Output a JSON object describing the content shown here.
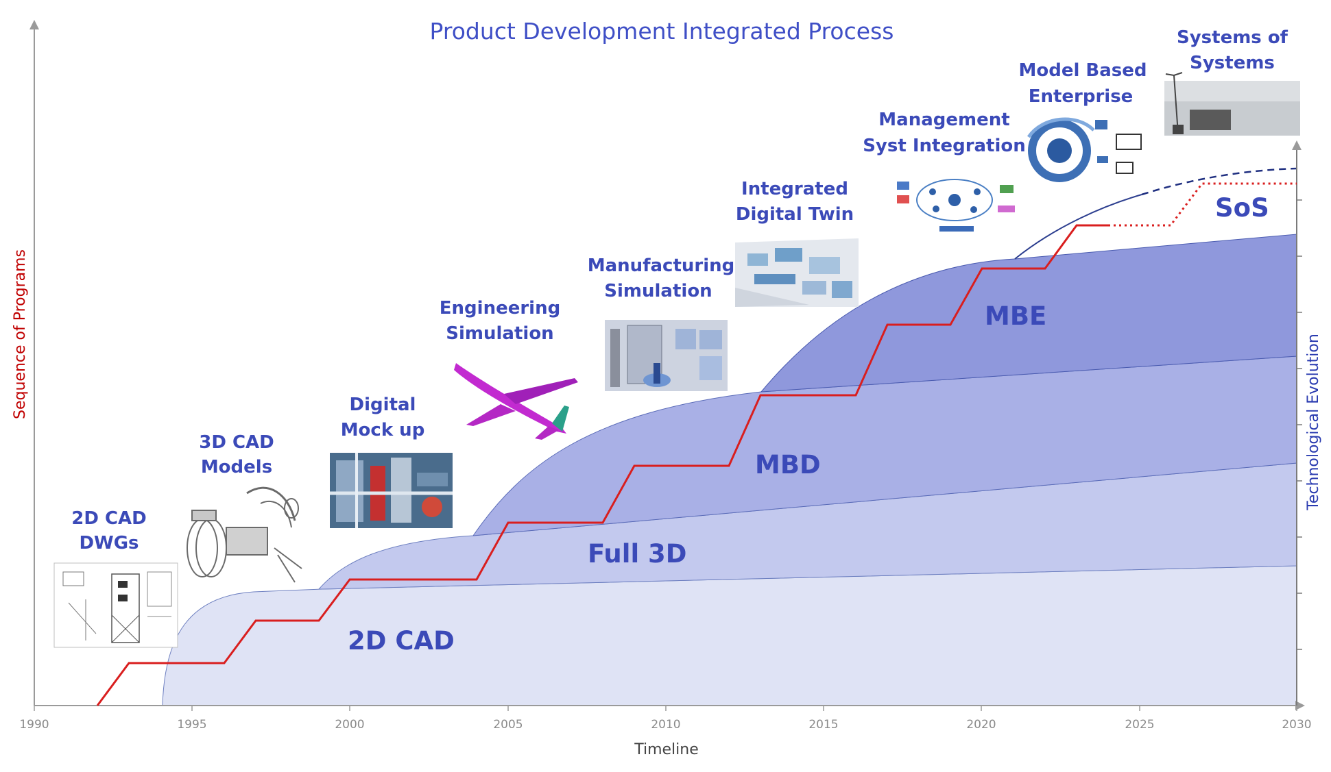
{
  "title": "Product Development Integrated Process",
  "axes": {
    "x_label": "Timeline",
    "y_left_label": "Sequence of Programs",
    "y_right_label": "Technological Evolution",
    "x_ticks": [
      "1990",
      "1995",
      "2000",
      "2005",
      "2010",
      "2015",
      "2020",
      "2025",
      "2030"
    ]
  },
  "bands": [
    {
      "label": "2D CAD",
      "color": "#dfe3f5"
    },
    {
      "label": "Full 3D",
      "color": "#c3c9ee"
    },
    {
      "label": "MBD",
      "color": "#a9b0e6"
    },
    {
      "label": "MBE",
      "color": "#8f98dc"
    },
    {
      "label": "SoS",
      "color": "#ffffff"
    }
  ],
  "milestones": [
    {
      "line1": "2D CAD",
      "line2": "DWGs",
      "icon": "drawing-icon"
    },
    {
      "line1": "3D CAD",
      "line2": "Models",
      "icon": "exploded-model-icon"
    },
    {
      "line1": "Digital",
      "line2": "Mock up",
      "icon": "piping-mockup-icon"
    },
    {
      "line1": "Engineering",
      "line2": "Simulation",
      "icon": "airplane-icon"
    },
    {
      "line1": "Manufacturing",
      "line2": "Simulation",
      "icon": "factory-cell-icon"
    },
    {
      "line1": "Integrated",
      "line2": "Digital Twin",
      "icon": "factory-layout-icon"
    },
    {
      "line1": "Management",
      "line2": "Syst Integration",
      "icon": "network-diagram-icon"
    },
    {
      "line1": "Model Based",
      "line2": "Enterprise",
      "icon": "mbse-cycle-icon"
    },
    {
      "line1": "Systems of",
      "line2": "Systems",
      "icon": "landscape-icon"
    }
  ],
  "colors": {
    "title": "#3f4fc6",
    "label": "#3b4ab8",
    "step_line": "#d91e1e",
    "axis": "#9a9a9a",
    "left_label": "#c00000",
    "right_label": "#2a3bb0"
  }
}
